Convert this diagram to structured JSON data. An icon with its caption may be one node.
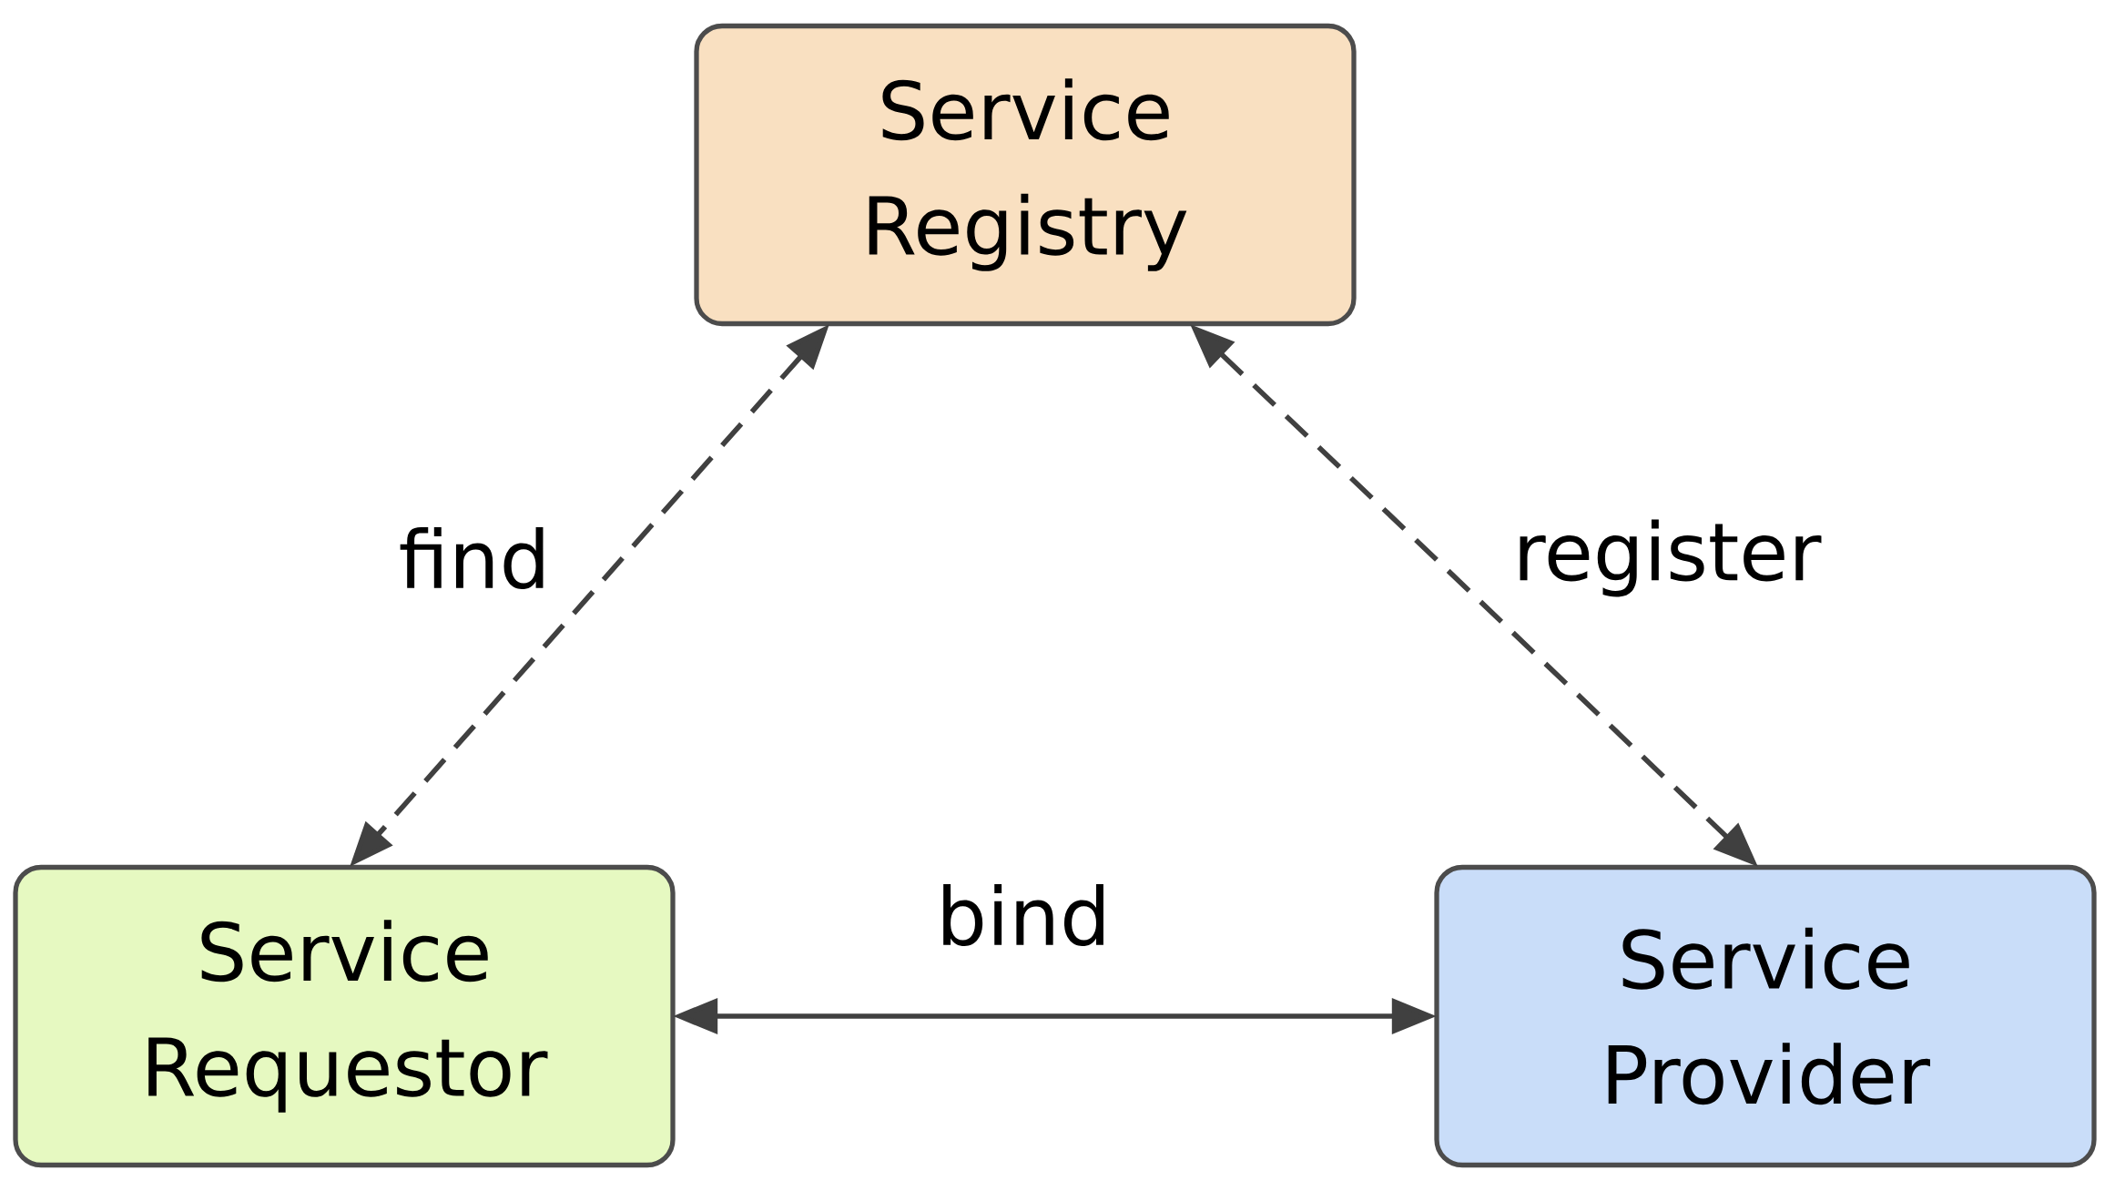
{
  "diagram": {
    "nodes": [
      {
        "text": [
          "Service Registry"
        ]
      },
      {
        "text": [
          "Service Requestor"
        ]
      },
      {
        "text": [
          "Service Provider"
        ]
      }
    ],
    "edges": [
      {
        "from": 0,
        "to": 1,
        "arrow": "both",
        "label": "find",
        "style": "dashed"
      },
      {
        "from": 0,
        "to": 2,
        "arrow": "both",
        "label": "register",
        "style": "dashed"
      },
      {
        "from": 1,
        "to": 2,
        "arrow": "both",
        "label": "bind"
      }
    ]
  }
}
